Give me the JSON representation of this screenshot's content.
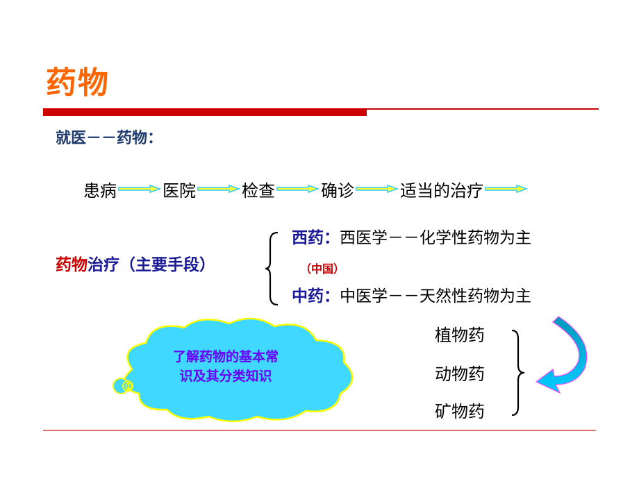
{
  "slide": {
    "title": "药物",
    "subtitle": "就医－－药物：",
    "flow": {
      "steps": [
        "患病",
        "医院",
        "检查",
        "确诊",
        "适当的治疗"
      ],
      "arrow_colors": {
        "fill": "#ffff33",
        "outline": "#33ccff"
      }
    },
    "treatment": {
      "label_red": "药物",
      "label_rest": "治疗（主要手段）",
      "branches": [
        {
          "key": "西药：",
          "value": "西医学－－化学性药物为主"
        },
        {
          "key": "中药：",
          "value": "中医学－－天然性药物为主"
        }
      ],
      "note": "（中国）"
    },
    "cloud": {
      "line1": "了解药物的基本常",
      "line2": "识及其分类知识",
      "fill": "#40d8ff",
      "outline": "#ffff00"
    },
    "herb_types": [
      "植物药",
      "动物药",
      "矿物药"
    ],
    "colors": {
      "title": "#ff6600",
      "rule": "#cc0000",
      "subtitle": "#1f3a6e",
      "label_blue": "#1a1a99",
      "label_red": "#cc0000",
      "cloud_text": "#6a00ff",
      "footer_rule": "#e07070"
    }
  }
}
